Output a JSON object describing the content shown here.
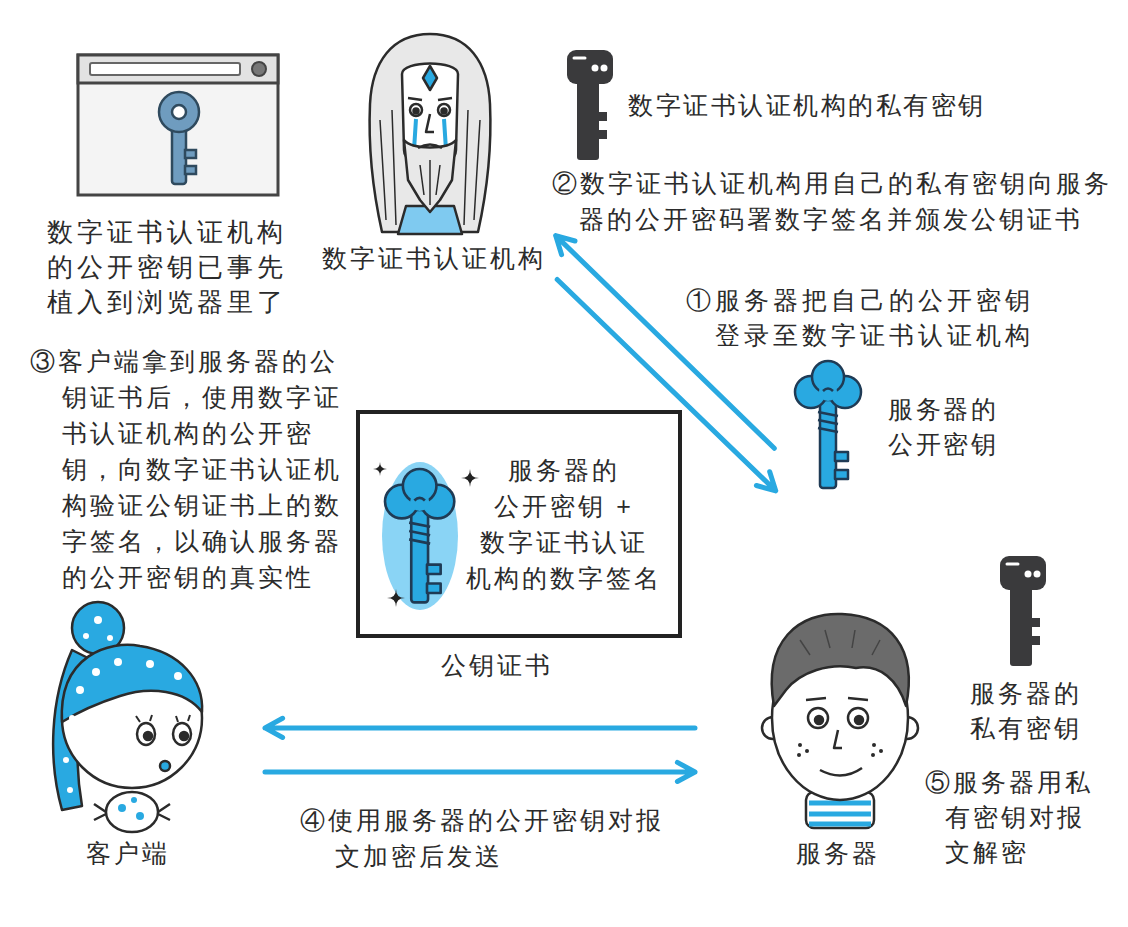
{
  "diagram": {
    "nodes": [
      {
        "text": [
          "数字证书认证机构"
        ]
      },
      {
        "text": [
          "服务器的 公开密钥"
        ]
      },
      {
        "text": [
          "服务器的 公开密钥 + 数字证书认证 机构的数字签名",
          "公钥证书"
        ]
      },
      {
        "text": [
          "客户端"
        ]
      },
      {
        "text": [
          "服务器"
        ]
      }
    ],
    "edges": [
      {
        "from": 1,
        "to": 0,
        "arrow": "to",
        "label": "①服务器把自己的公开密钥 登录至数字证书认证机构"
      },
      {
        "from": 0,
        "to": 1,
        "arrow": "to",
        "label": "②数字证书认证机构用自己的私有密钥向服务 器的公开密码署数字签名并颁发公钥证书"
      },
      {
        "from": 4,
        "to": 3,
        "arrow": "to"
      },
      {
        "from": 3,
        "to": 4,
        "arrow": "to",
        "label": "④使用服务器的公开密钥对报 文加密后发送"
      }
    ],
    "labels": [
      "数字证书认证机构的私有密钥",
      "数字证书认证机构 的公开密钥已事先 植入到浏览器里了",
      "③客户端拿到服务器的公 钥证书后，使用数字证 书认证机构的公开密 钥，向数字证书认证机 构验证公钥证书上的数 字签名，以确认服务器 的公开密钥的真实性",
      "服务器的 私有密钥",
      "⑤服务器用私 有密钥对报 文解密"
    ]
  }
}
